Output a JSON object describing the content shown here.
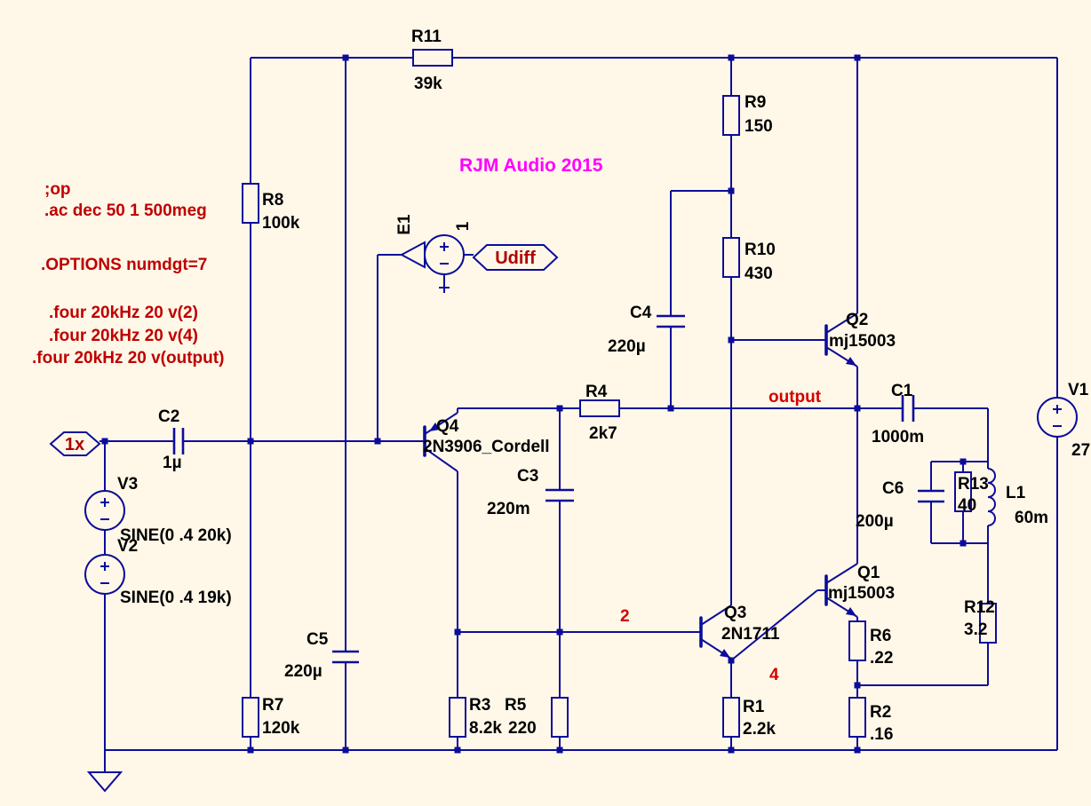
{
  "schematic": {
    "annotation": "RJM Audio 2015",
    "colors": {
      "background": "#fff8e8",
      "wire": "#0c0c9c",
      "label": "#000000",
      "directive": "#bf0000",
      "net": "#d40000",
      "port": "#b00000",
      "annotation": "#ff00ff"
    },
    "directives": {
      "op": ";op",
      "ac": ".ac dec 50 1 500meg",
      "options": ".OPTIONS numdgt=7",
      "four2": ".four 20kHz 20 v(2)",
      "four4": ".four 20kHz 20 v(4)",
      "fourout": ".four 20kHz 20 v(output)"
    },
    "ports": {
      "input": "1x",
      "probe": "Udiff"
    },
    "nets": {
      "output": "output",
      "node2": "2",
      "node4": "4"
    },
    "components": {
      "R1": {
        "ref": "R1",
        "value": "2.2k"
      },
      "R2": {
        "ref": "R2",
        "value": ".16"
      },
      "R3": {
        "ref": "R3",
        "value": "8.2k"
      },
      "R4": {
        "ref": "R4",
        "value": "2k7"
      },
      "R5": {
        "ref": "R5",
        "value": "220"
      },
      "R6": {
        "ref": "R6",
        "value": ".22"
      },
      "R7": {
        "ref": "R7",
        "value": "120k"
      },
      "R8": {
        "ref": "R8",
        "value": "100k"
      },
      "R9": {
        "ref": "R9",
        "value": "150"
      },
      "R10": {
        "ref": "R10",
        "value": "430"
      },
      "R11": {
        "ref": "R11",
        "value": "39k"
      },
      "R12": {
        "ref": "R12",
        "value": "3.2"
      },
      "R13": {
        "ref": "R13",
        "value": "40"
      },
      "C1": {
        "ref": "C1",
        "value": "1000m"
      },
      "C2": {
        "ref": "C2",
        "value": "1µ"
      },
      "C3": {
        "ref": "C3",
        "value": "220m"
      },
      "C4": {
        "ref": "C4",
        "value": "220µ"
      },
      "C5": {
        "ref": "C5",
        "value": "220µ"
      },
      "C6": {
        "ref": "C6",
        "value": "200µ"
      },
      "L1": {
        "ref": "L1",
        "value": "60m"
      },
      "Q1": {
        "ref": "Q1",
        "value": "mj15003"
      },
      "Q2": {
        "ref": "Q2",
        "value": "mj15003"
      },
      "Q3": {
        "ref": "Q3",
        "value": "2N1711"
      },
      "Q4": {
        "ref": "Q4",
        "value": "2N3906_Cordell"
      },
      "V1": {
        "ref": "V1",
        "value": "27"
      },
      "V2": {
        "ref": "V2",
        "value": "SINE(0 .4 19k)"
      },
      "V3": {
        "ref": "V3",
        "value": "SINE(0 .4 20k)"
      },
      "E1": {
        "ref": "E1",
        "value": "1"
      }
    }
  }
}
